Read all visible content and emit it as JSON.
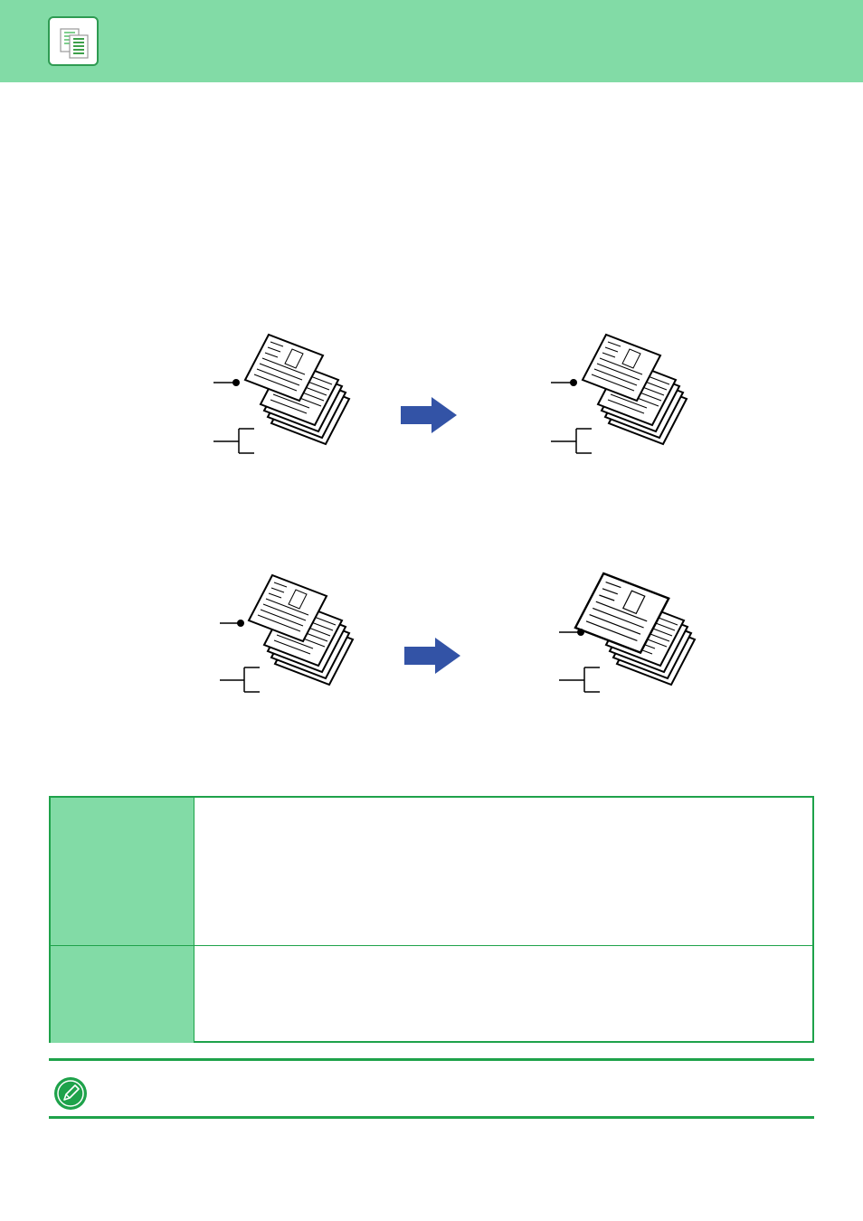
{
  "header": {
    "bar_color": "#82dba6",
    "icon": "copy-documents-icon"
  },
  "figure": {
    "arrow_color": "#3353a6",
    "rows": [
      {
        "before": "original-stack-with-placed-sheet",
        "after": "sheet-placed-on-stack"
      },
      {
        "before": "original-stack-with-placed-sheet",
        "after": "sheet-placed-on-stack-enlarged"
      }
    ]
  },
  "table": {
    "border_color": "#1ea24a",
    "header_color": "#82dba6",
    "rows": [
      {
        "heading": "",
        "content": ""
      },
      {
        "heading": "",
        "content": ""
      }
    ]
  },
  "note": {
    "icon": "pencil-note-icon",
    "text": ""
  }
}
